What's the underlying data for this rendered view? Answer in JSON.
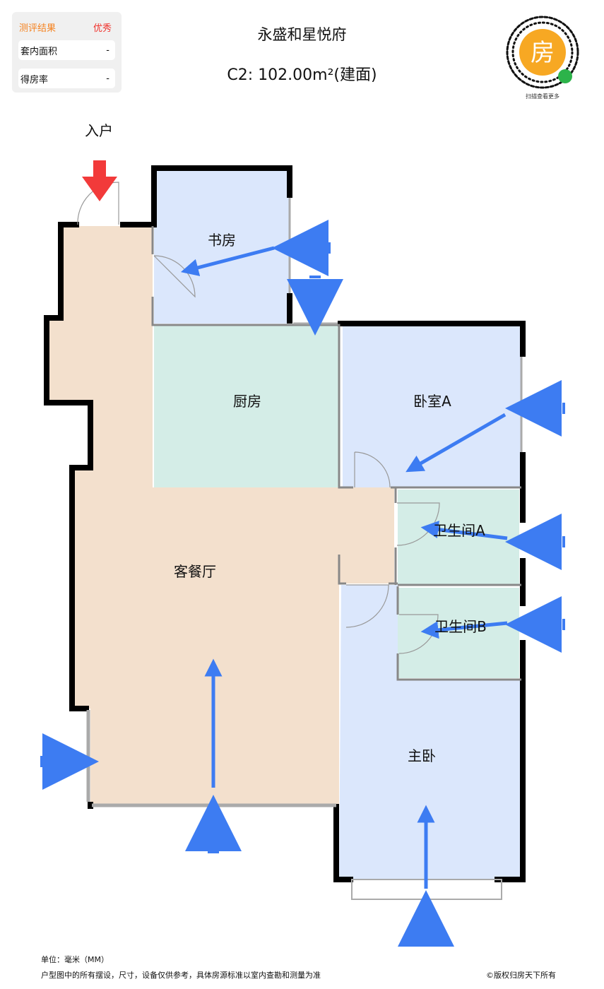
{
  "eval_card": {
    "result_label": "测评结果",
    "result_value": "优秀",
    "rows": [
      {
        "label": "套内面积",
        "value": "-"
      },
      {
        "label": "得房率",
        "value": "-"
      }
    ]
  },
  "header": {
    "name": "永盛和星悦府",
    "unit": "C2: 102.00m²(建面)"
  },
  "qr": {
    "center_char": "房",
    "caption": "扫描查看更多"
  },
  "entrance_label": "入户",
  "rooms": {
    "study": "书房",
    "kitchen": "厨房",
    "bedroom_a": "卧室A",
    "bath_a": "卫生间A",
    "bath_b": "卫生间B",
    "living": "客餐厅",
    "master": "主卧"
  },
  "colors": {
    "living": "#f3e0cd",
    "bedroom": "#dbe7fc",
    "wet": "#d4ede7",
    "arrow": "#3d7cf2",
    "entry": "#f23a3a",
    "wall": "#000000"
  },
  "footer": {
    "unit": "单位：毫米（MM）",
    "disclaimer": "户型图中的所有摆设，尺寸，设备仅供参考，具体房源标准以室内查勘和测量为准",
    "copyright": "©版权归房天下所有"
  }
}
